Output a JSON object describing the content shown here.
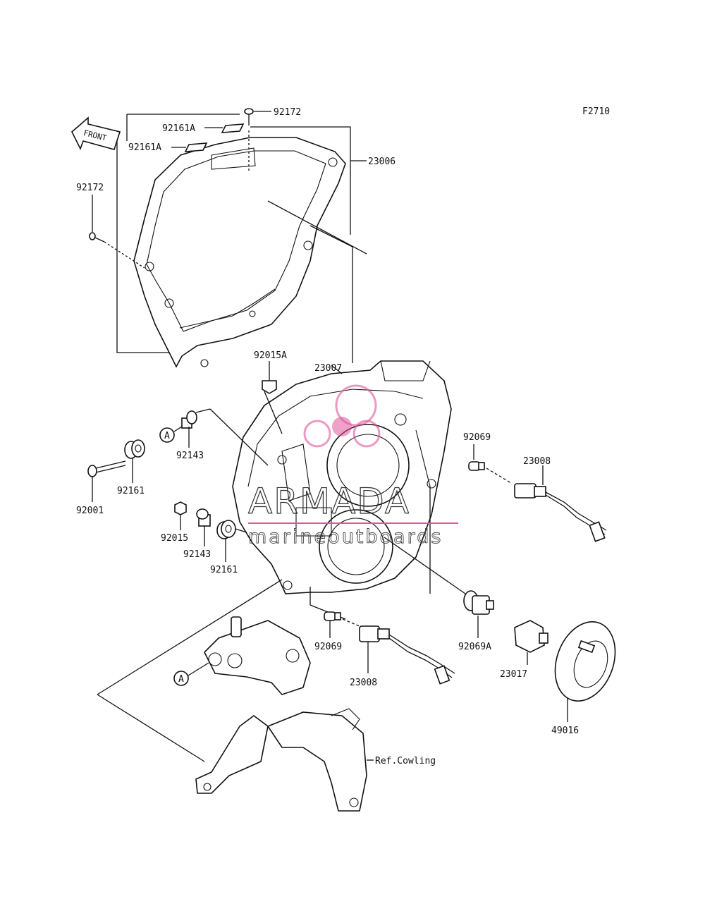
{
  "diagram": {
    "figure_code": "F2710",
    "front_label": "FRONT",
    "watermark": {
      "brand": "ARMADA",
      "tagline": "marineoutboards",
      "accent_color": "#e0559a"
    },
    "callouts": {
      "c92172_top": "92172",
      "c92161A_1": "92161A",
      "c92161A_2": "92161A",
      "c23006": "23006",
      "c92172_left": "92172",
      "c92015A": "92015A",
      "c23007": "23007",
      "c92143_a": "92143",
      "c92161_a": "92161",
      "c92001": "92001",
      "c92015": "92015",
      "c92143_b": "92143",
      "c92161_b": "92161",
      "c92069_right": "92069",
      "c23008_right": "23008",
      "c92069_bottom": "92069",
      "c23008_bottom": "23008",
      "c92069A": "92069A",
      "c23017": "23017",
      "c49016": "49016",
      "ref_cowling": "Ref.Cowling",
      "ref_A_top": "A",
      "ref_A_bottom": "A"
    }
  }
}
